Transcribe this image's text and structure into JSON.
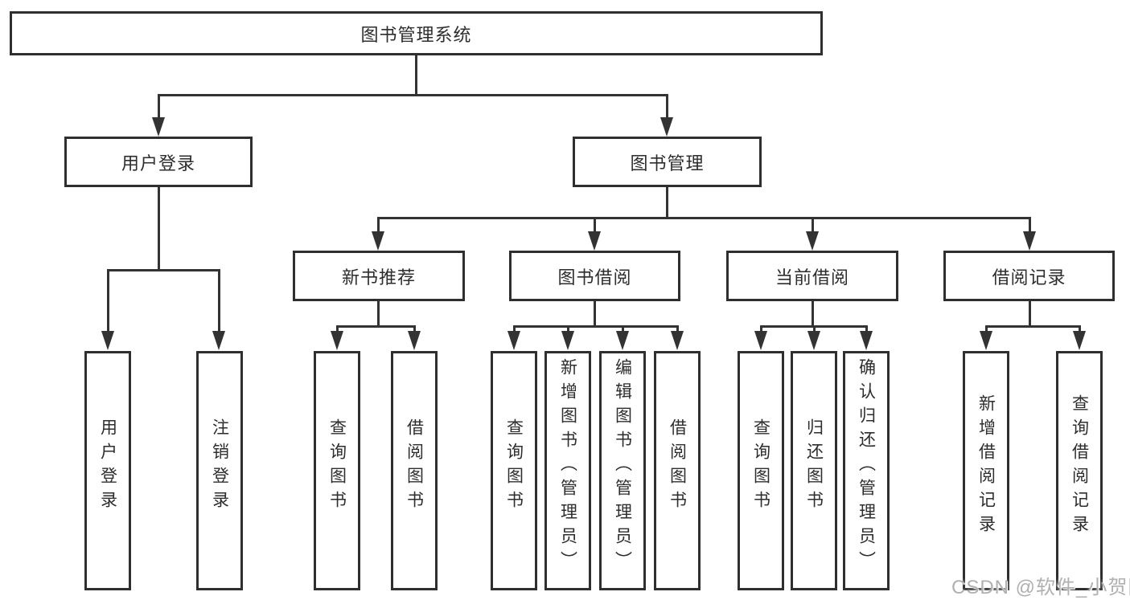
{
  "tree": {
    "root": {
      "label": "图书管理系统"
    },
    "children": [
      {
        "label": "用户登录",
        "children": [
          {
            "label": "用户登录"
          },
          {
            "label": "注销登录"
          }
        ]
      },
      {
        "label": "图书管理",
        "children": [
          {
            "label": "新书推荐",
            "children": [
              {
                "label": "查询图书"
              },
              {
                "label": "借阅图书"
              }
            ]
          },
          {
            "label": "图书借阅",
            "children": [
              {
                "label": "查询图书"
              },
              {
                "label": "新增图书（管理员）"
              },
              {
                "label": "编辑图书（管理员）"
              },
              {
                "label": "借阅图书"
              }
            ]
          },
          {
            "label": "当前借阅",
            "children": [
              {
                "label": "查询图书"
              },
              {
                "label": "归还图书"
              },
              {
                "label": "确认归还（管理员）"
              }
            ]
          },
          {
            "label": "借阅记录",
            "children": [
              {
                "label": "新增借阅记录"
              },
              {
                "label": "查询借阅记录"
              }
            ]
          }
        ]
      }
    ]
  },
  "watermark": {
    "text": "CSDN @软件_小贺同学"
  },
  "colors": {
    "line": "#333333",
    "border": "#2f2f2f",
    "text": "#2d2d2d",
    "watermark": "#b0b0b0",
    "background": "#ffffff"
  }
}
